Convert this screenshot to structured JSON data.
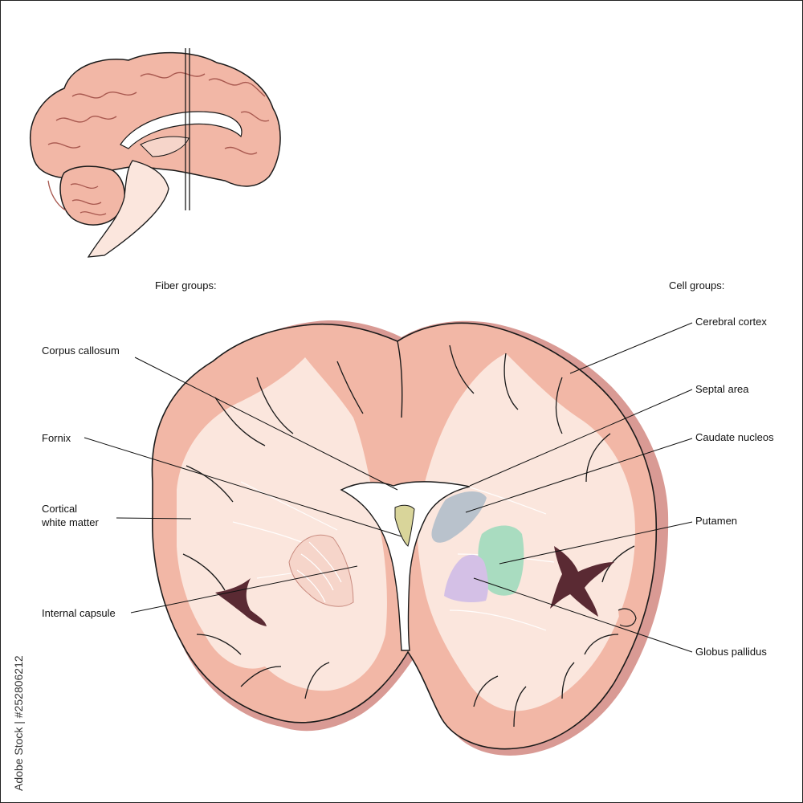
{
  "headers": {
    "fiber_groups": "Fiber groups:",
    "cell_groups": "Cell groups:"
  },
  "labels": {
    "corpus_callosum": "Corpus callosum",
    "fornix": "Fornix",
    "cortical_white_matter_1": "Cortical",
    "cortical_white_matter_2": "white matter",
    "internal_capsule": "Internal capsule",
    "cerebral_cortex": "Cerebral cortex",
    "septal_area": "Septal area",
    "caudate_nucleus": "Caudate nucleos",
    "putamen": "Putamen",
    "globus_pallidus": "Globus pallidus"
  },
  "watermark": {
    "credit": "Adobe Stock | #252806212"
  },
  "colors": {
    "cortex": "#f2b7a6",
    "white_matter": "#fbe6dd",
    "shadow": "#d99a94",
    "outline": "#1a1a1a",
    "caudate": "#b9c2cc",
    "putamen": "#a9dcc0",
    "globus_pallidus": "#d4c0e6",
    "fornix": "#d9d59a",
    "ventricle_dark": "#5a2a33"
  }
}
